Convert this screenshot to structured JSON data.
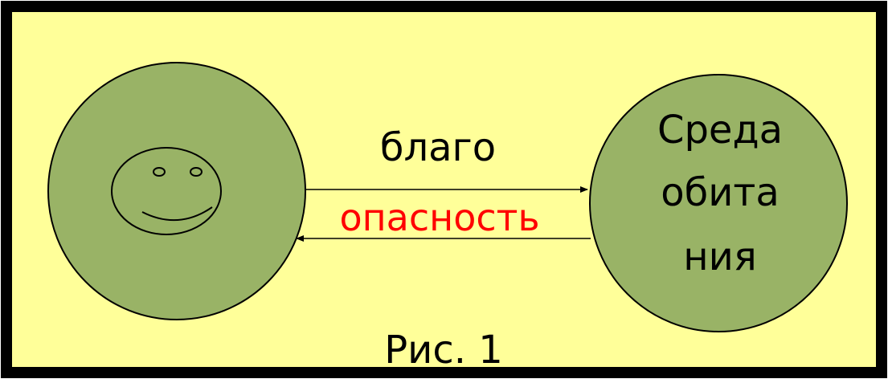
{
  "colors": {
    "background": "#FFFF99",
    "frame": "#000000",
    "circle_fill": "#99B366",
    "circle_stroke": "#000000",
    "text": "#000000",
    "danger_text": "#FF0000"
  },
  "diagram": {
    "left_node": {
      "icon": "smiley-face-icon"
    },
    "right_node": {
      "label_line1": "Среда",
      "label_line2": "обита",
      "label_line3": "ния"
    },
    "arrow_top_label": "благо",
    "arrow_bottom_label": "опасность",
    "caption": "Рис. 1"
  }
}
